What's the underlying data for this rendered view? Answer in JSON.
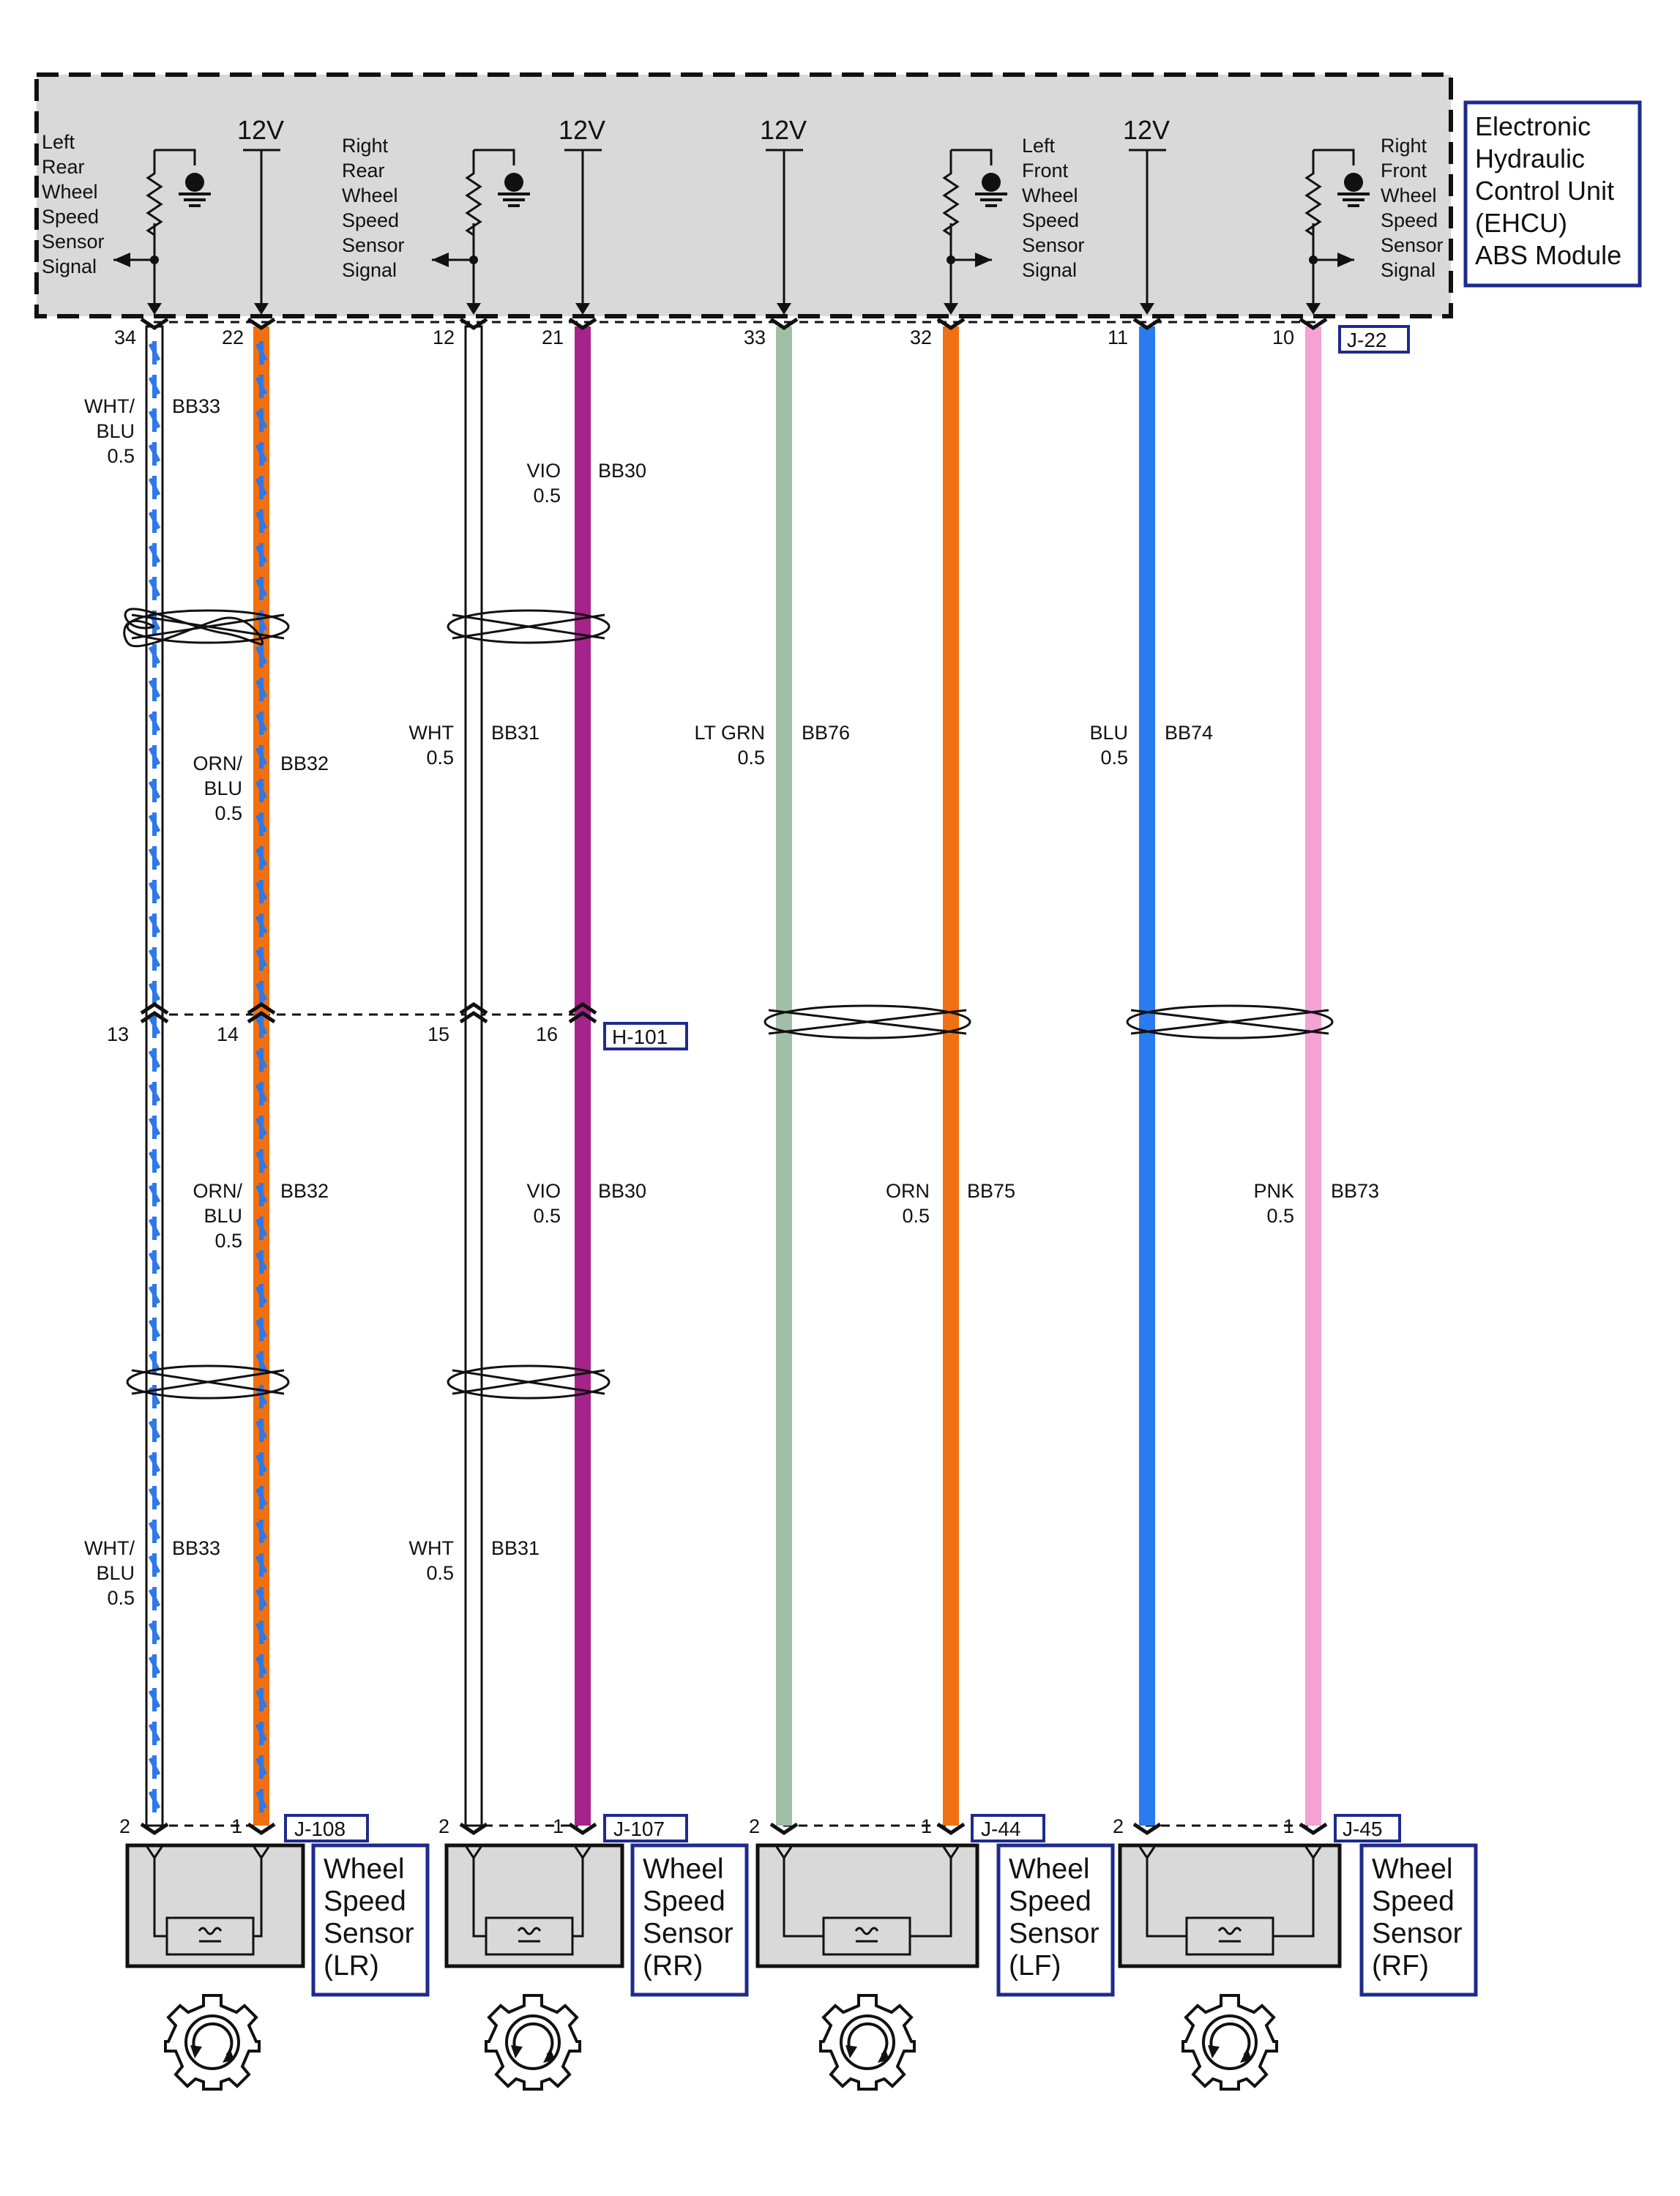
{
  "module": {
    "title_lines": [
      "Electronic",
      "Hydraulic",
      "Control Unit",
      "(EHCU)",
      "ABS Module"
    ],
    "connector": "J-22",
    "supply_label": "12V",
    "signals": [
      {
        "lines": [
          "Left",
          "Rear",
          "Wheel",
          "Speed",
          "Sensor",
          "Signal"
        ]
      },
      {
        "lines": [
          "Right",
          "Rear",
          "Wheel",
          "Speed",
          "Sensor",
          "Signal"
        ]
      },
      {
        "lines": [
          "Left",
          "Front",
          "Wheel",
          "Speed",
          "Sensor",
          "Signal"
        ]
      },
      {
        "lines": [
          "Right",
          "Front",
          "Wheel",
          "Speed",
          "Sensor",
          "Signal"
        ]
      }
    ]
  },
  "module_pins": [
    "34",
    "22",
    "12",
    "21",
    "33",
    "32",
    "11",
    "10"
  ],
  "inline_connector": {
    "name": "H-101",
    "pins": [
      "13",
      "14",
      "15",
      "16"
    ]
  },
  "wires_upper": [
    {
      "color_lines": [
        "WHT/",
        "BLU",
        "0.5"
      ],
      "circuit": "BB33"
    },
    {
      "color_lines": [
        "VIO",
        "0.5"
      ],
      "circuit": "BB30"
    },
    {
      "color_lines": [
        "ORN/",
        "BLU",
        "0.5"
      ],
      "circuit": "BB32"
    },
    {
      "color_lines": [
        "WHT",
        "0.5"
      ],
      "circuit": "BB31"
    },
    {
      "color_lines": [
        "LT GRN",
        "0.5"
      ],
      "circuit": "BB76"
    },
    {
      "color_lines": [
        "BLU",
        "0.5"
      ],
      "circuit": "BB74"
    }
  ],
  "wires_lower": [
    {
      "color_lines": [
        "ORN/",
        "BLU",
        "0.5"
      ],
      "circuit": "BB32"
    },
    {
      "color_lines": [
        "VIO",
        "0.5"
      ],
      "circuit": "BB30"
    },
    {
      "color_lines": [
        "ORN",
        "0.5"
      ],
      "circuit": "BB75"
    },
    {
      "color_lines": [
        "PNK",
        "0.5"
      ],
      "circuit": "BB73"
    },
    {
      "color_lines": [
        "WHT/",
        "BLU",
        "0.5"
      ],
      "circuit": "BB33"
    },
    {
      "color_lines": [
        "WHT",
        "0.5"
      ],
      "circuit": "BB31"
    }
  ],
  "sensors": [
    {
      "connector": "J-108",
      "pin_left": "2",
      "pin_right": "1",
      "name_lines": [
        "Wheel",
        "Speed",
        "Sensor",
        "(LR)"
      ]
    },
    {
      "connector": "J-107",
      "pin_left": "2",
      "pin_right": "1",
      "name_lines": [
        "Wheel",
        "Speed",
        "Sensor",
        "(RR)"
      ]
    },
    {
      "connector": "J-44",
      "pin_left": "2",
      "pin_right": "1",
      "name_lines": [
        "Wheel",
        "Speed",
        "Sensor",
        "(LF)"
      ]
    },
    {
      "connector": "J-45",
      "pin_left": "2",
      "pin_right": "1",
      "name_lines": [
        "Wheel",
        "Speed",
        "Sensor",
        "(RF)"
      ]
    }
  ],
  "colors": {
    "white": "#ffffff",
    "blue_stripe": "#2f78e8",
    "orange": "#f07012",
    "violet": "#a5238a",
    "lt_green": "#9fbfa6",
    "blue": "#2a7bf0",
    "pink": "#f3a2d2",
    "module_fill": "#d9d9d9",
    "label_border": "#1e2b8c"
  }
}
